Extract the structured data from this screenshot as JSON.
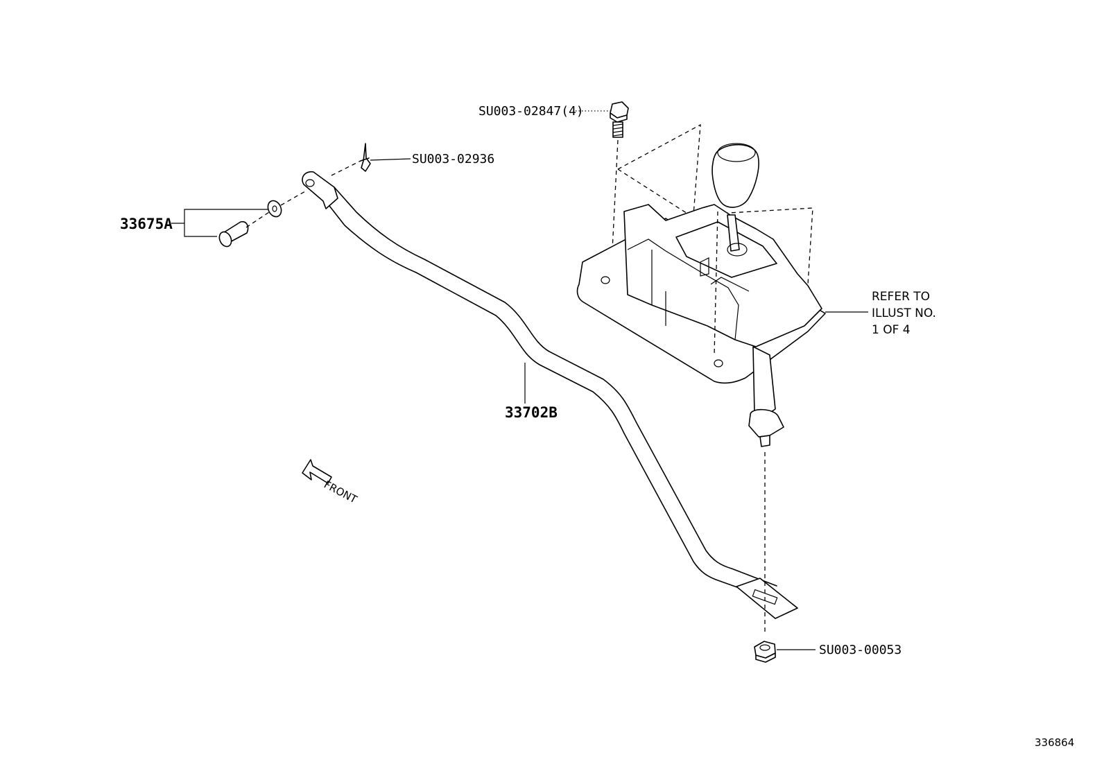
{
  "diagram": {
    "labels": {
      "bolt": "SU003-02847(4)",
      "clip": "SU003-02936",
      "pin_washer": "33675A",
      "rod": "33702B",
      "nut": "SU003-00053",
      "refer_line1": "REFER TO",
      "refer_line2": "ILLUST NO.",
      "refer_line3": "1 OF 4",
      "front": "FRONT",
      "figure_id": "336864"
    }
  }
}
